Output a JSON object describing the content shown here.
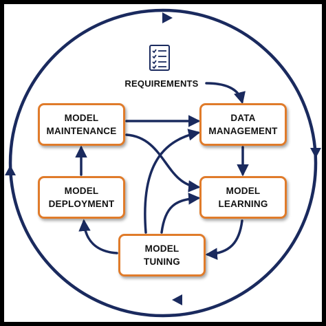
{
  "diagram": {
    "requirements_label": "REQUIREMENTS",
    "icons": {
      "requirements": "checklist-document-icon"
    },
    "colors": {
      "box_border": "#e07b2a",
      "arrows": "#1a2a5e",
      "text": "#111111"
    },
    "nodes": {
      "model_maintenance": {
        "line1": "MODEL",
        "line2": "MAINTENANCE"
      },
      "data_management": {
        "line1": "DATA",
        "line2": "MANAGEMENT"
      },
      "model_deployment": {
        "line1": "MODEL",
        "line2": "DEPLOYMENT"
      },
      "model_learning": {
        "line1": "MODEL",
        "line2": "LEARNING"
      },
      "model_tuning": {
        "line1": "MODEL",
        "line2": "TUNING"
      }
    },
    "edges": [
      {
        "from": "requirements",
        "to": "data_management"
      },
      {
        "from": "model_maintenance",
        "to": "data_management"
      },
      {
        "from": "model_maintenance",
        "to": "model_learning"
      },
      {
        "from": "data_management",
        "to": "model_learning"
      },
      {
        "from": "model_learning",
        "to": "model_tuning"
      },
      {
        "from": "model_tuning",
        "to": "data_management"
      },
      {
        "from": "model_tuning",
        "to": "model_learning"
      },
      {
        "from": "model_tuning",
        "to": "model_deployment"
      },
      {
        "from": "model_deployment",
        "to": "model_maintenance"
      }
    ],
    "outer_cycle": "clockwise"
  }
}
